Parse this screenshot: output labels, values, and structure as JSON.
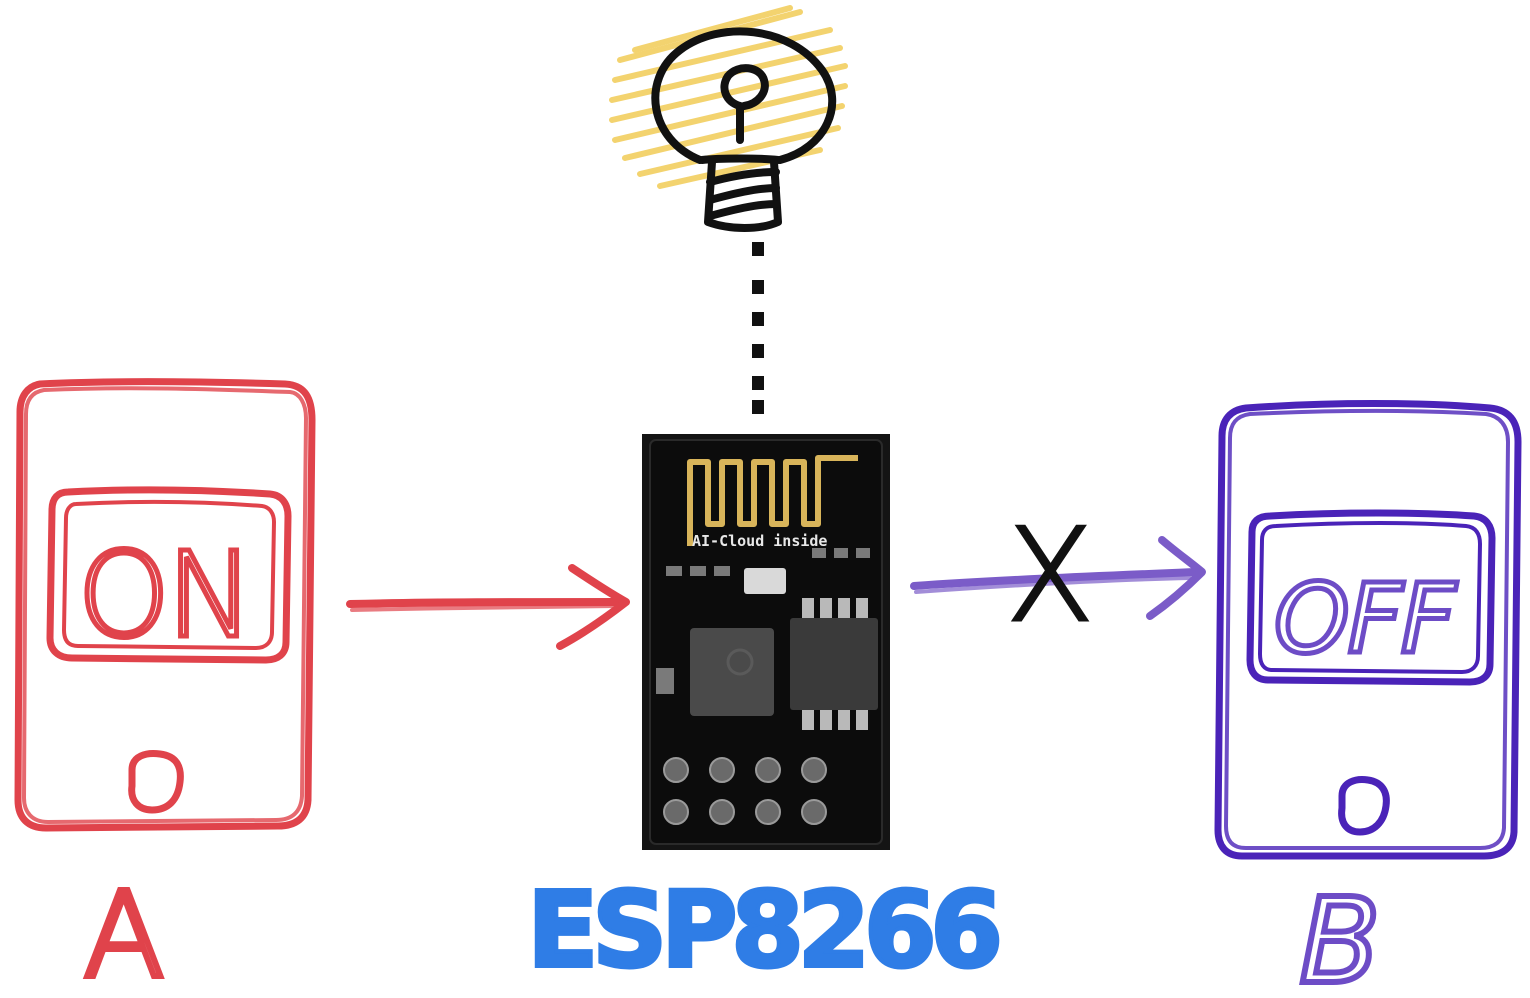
{
  "phone_a": {
    "button_text": "ON",
    "caption": "A",
    "color": "#e0434b",
    "icon": "smartphone-icon"
  },
  "phone_b": {
    "button_text": "OFF",
    "caption": "B",
    "color": "#4a23b8",
    "text_color": "#6d4cc6",
    "icon": "smartphone-icon"
  },
  "module": {
    "caption": "ESP8266",
    "board_print": "AI-Cloud inside",
    "caption_color": "#2f7de6",
    "board_color": "#141414",
    "antenna_color": "#d8b45a"
  },
  "bulb": {
    "icon": "lightbulb-icon",
    "glow_color": "#f1cc57"
  },
  "blocked_mark": {
    "text": "X",
    "color": "#111111"
  },
  "arrows": {
    "a_to_module_color": "#e0434b",
    "module_to_b_color": "#7b5cc8",
    "module_to_bulb": "dotted"
  }
}
